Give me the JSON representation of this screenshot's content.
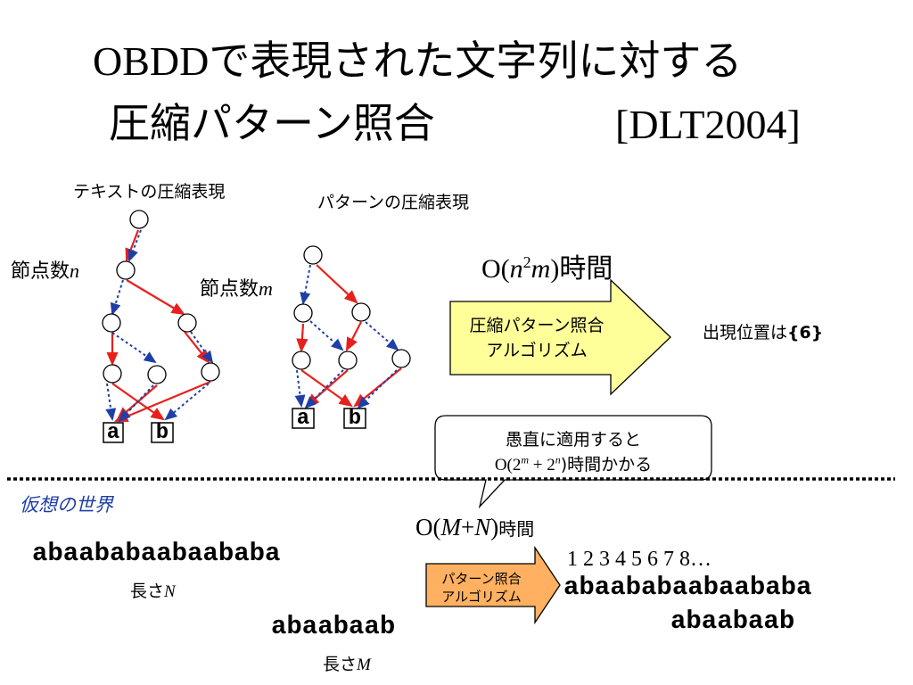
{
  "title": {
    "line1_latin": "OBDD",
    "line1_jp": "で表現された文字列に対する",
    "line2_jp": "圧縮パターン照合",
    "line2_ref": "[DLT2004]"
  },
  "diagram": {
    "text_caption": "テキストの圧縮表現",
    "pattern_caption": "パターンの圧縮表現",
    "node_count_prefix": "節点数",
    "node_count_n": "n",
    "node_count_m": "m",
    "terminal_a": "a",
    "terminal_b": "b"
  },
  "complexity": {
    "big_o": "O(",
    "n": "n",
    "exp": "2",
    "m": "m",
    "close": ")",
    "unit": "時間"
  },
  "arrow_box": {
    "line1": "圧縮パターン照合",
    "line2": "アルゴリズム"
  },
  "result": {
    "prefix": "出現位置は",
    "value": "{6}"
  },
  "callout": {
    "line1": "愚直に適用すると",
    "line2_prefix": "O(2",
    "line2_m": "m",
    "line2_mid": " + 2",
    "line2_n": "n",
    "line2_suffix": ")時間かかる"
  },
  "virtual_world": {
    "heading": "仮想の世界",
    "text_string": "abaababaabaababa",
    "text_len_prefix": "長さ",
    "text_len_var": "N",
    "pattern_string": "abaabaab",
    "pattern_len_prefix": "長さ",
    "pattern_len_var": "M",
    "complexity_prefix": "O(",
    "complexity_M": "M",
    "complexity_plus": "+",
    "complexity_N": "N",
    "complexity_suffix": ")",
    "complexity_unit": "時間",
    "arrow_line1": "パターン照合",
    "arrow_line2": "アルゴリズム",
    "positions": "1 2 3 4 5 6 7 8…",
    "result_text": "abaababaabaababa",
    "result_pattern": "abaabaab"
  },
  "colors": {
    "solid_edge": "#e8201c",
    "dotted_edge": "#1f3fa6",
    "arrow_fill": "#ffff99",
    "arrow_fill_small": "#ffb060",
    "divider": "#000000",
    "heading": "#1f3fa6"
  }
}
